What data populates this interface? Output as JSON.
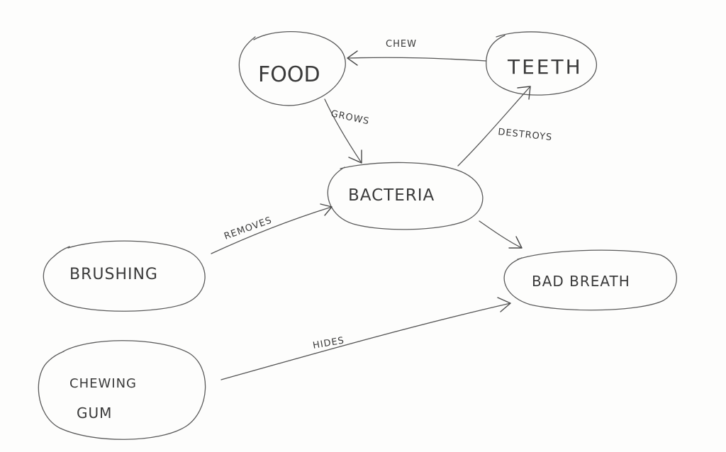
{
  "nodes": {
    "food": "FOOD",
    "teeth": "TEETH",
    "bacteria": "BACTERIA",
    "brushing": "BRUSHING",
    "bad_breath": "BAD BREATH",
    "chewing_gum_line1": "CHEWING",
    "chewing_gum_line2": "GUM"
  },
  "edges": {
    "chew": "CHEW",
    "grows": "GROWS",
    "destroys": "DESTROYS",
    "removes": "REMOVES",
    "hides": "HIDES"
  },
  "colors": {
    "ink": "#4a4a4a",
    "paper": "#fdfdfc"
  }
}
